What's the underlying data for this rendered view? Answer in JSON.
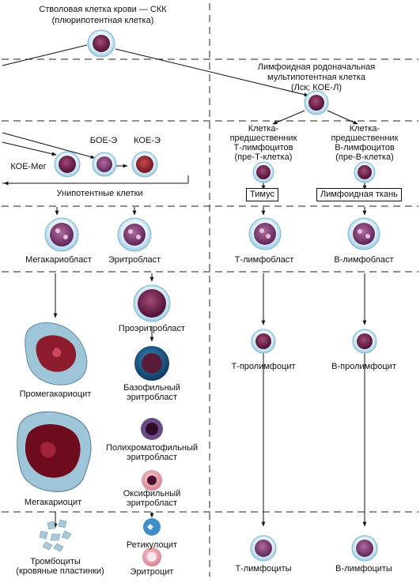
{
  "title": "Стволовая клетка крови — СКК",
  "subtitle": "(плюрипотентная клетка)",
  "lymphoid_root": [
    "Лимфоидная родоначальная",
    "мультипотентная клетка",
    "(Лск; КОЕ-Л)"
  ],
  "t_precursor": [
    "Клетка-",
    "предшественник",
    "Т-лимфоцитов",
    "(пре-Т-клетка)"
  ],
  "b_precursor": [
    "Клетка-",
    "предшественник",
    "В-лимфоцитов",
    "(пре-В-клетка)"
  ],
  "boe_e": "БОЕ-Э",
  "koe_e": "КОЕ-Э",
  "koe_meg": "КОЕ-Мег",
  "unipotent": "Унипотентные клетки",
  "thymus": "Тимус",
  "lymphoid_tissue": "Лимфоидная ткань",
  "megakaryoblast": "Мегакариобласт",
  "erythroblast": "Эритробласт",
  "t_lymphoblast": "Т-лимфобласт",
  "b_lymphoblast": "В-лимфобласт",
  "proerythroblast": "Проэритробласт",
  "promegakaryocyte": "Промегакариоцит",
  "basophilic": [
    "Базофильный",
    "эритробласт"
  ],
  "t_prolymphocyte": "Т-пролимфоцит",
  "b_prolymphocyte": "В-пролимфоцит",
  "polychromatophilic": [
    "Полихроматофильный",
    "эритробласт"
  ],
  "megakaryocyte": "Мегакариоцит",
  "oxyphilic": [
    "Оксифильный",
    "эритробласт"
  ],
  "reticulocyte": "Ретикулоцит",
  "thrombocytes": [
    "Тромбоциты",
    "(кровяные пластинки)"
  ],
  "erythrocyte": "Эритроцит",
  "t_lymphocytes": "Т-лимфоциты",
  "b_lymphocytes": "В-лимфоциты",
  "colors": {
    "cell_rim": "#b8dcec",
    "cell_body": "#6b2248",
    "mega_cytoplasm": "#9ec6d8",
    "mega_nucleus": "#8c1c2c",
    "divider": "#222222"
  }
}
